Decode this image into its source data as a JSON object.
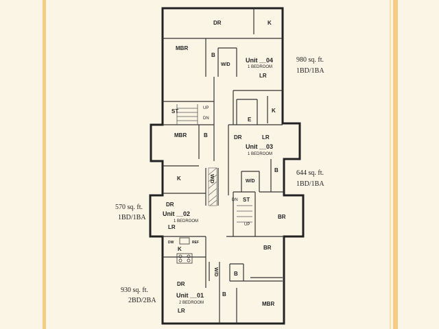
{
  "units": [
    {
      "id": "u04",
      "title": "Unit __04",
      "subtitle": "1 BEDROOM",
      "area": "980 sq. ft.",
      "type": "1BD/1BA"
    },
    {
      "id": "u03",
      "title": "Unit __03",
      "subtitle": "1 BEDROOM",
      "area": "644 sq. ft.",
      "type": "1BD/1BA"
    },
    {
      "id": "u02",
      "title": "Unit __02",
      "subtitle": "1 BEDROOM",
      "area": "570 sq. ft.",
      "type": "1BD/1BA"
    },
    {
      "id": "u01",
      "title": "Unit __01",
      "subtitle": "2 BEDROOM",
      "area": "930 sq. ft.",
      "type": "2BD/2BA"
    }
  ],
  "rooms": {
    "dr_top": "DR",
    "k_top": "K",
    "mbr_04": "MBR",
    "b_04": "B",
    "wd_04": "W/D",
    "lr_04": "LR",
    "st_n": "ST",
    "up_n": "UP",
    "dn_n": "DN",
    "e": "E",
    "k_03": "K",
    "mbr_02": "MBR",
    "b_02": "B",
    "dr_03": "DR",
    "lr_03": "LR",
    "k_02": "K",
    "wd_02": "W/D",
    "b_03": "B",
    "wd_03": "W/D",
    "dn_s": "DN",
    "st_s": "ST",
    "up_s": "UP",
    "dr_02": "DR",
    "lr_02": "LR",
    "br_03": "BR",
    "dw": "DW",
    "ref": "REF",
    "k_01": "K",
    "br_01": "BR",
    "wd_01": "W/D",
    "b_01a": "B",
    "dr_01": "DR",
    "b_01b": "B",
    "mbr_01": "MBR",
    "lr_01": "LR"
  },
  "colors": {
    "paper": "#fbf5e6",
    "frame": "#f3cc86",
    "ink": "#222222"
  }
}
